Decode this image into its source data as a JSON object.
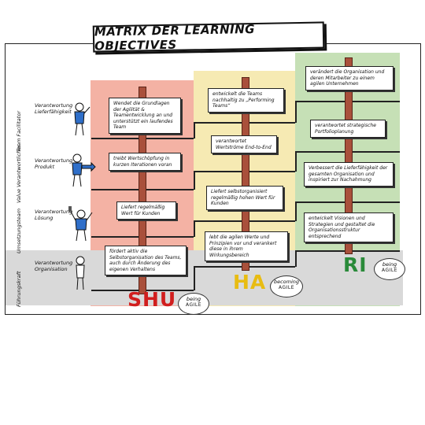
{
  "title": "MATRIX DER LEARNING OBJECTIVES",
  "side_labels": [
    "Team Facilitator",
    "Value Verantwortlicher",
    "Umsetzungsteam",
    "Führungskraft"
  ],
  "rows": [
    {
      "label": "Verantwortung Lieferfähigkeit"
    },
    {
      "label": "Verantwortung Produkt"
    },
    {
      "label": "Verantwortung Lösung"
    },
    {
      "label": "Verantwortung Organisation"
    }
  ],
  "stages": [
    {
      "name": "SHU",
      "color": "#d11e1e",
      "badge_top": "being",
      "badge_bottom": "AGILE",
      "signs": [
        "Wendet die Grundlagen der Agilität & Teamentwicklung an und unterstützt ein laufendes Team",
        "treibt Wertschöpfung in kurzen Iterationen voran",
        "Liefert regelmäßig Wert für Kunden",
        "fördert aktiv die Selbstorganisation des Teams, auch durch Änderung des eigenen Verhaltens"
      ]
    },
    {
      "name": "HA",
      "color": "#e8bc12",
      "badge_top": "becoming",
      "badge_bottom": "AGILE",
      "signs": [
        "entwickelt die Teams nachhaltig zu „Performing Teams“",
        "verantwortet Wertströme End-to-End",
        "Liefert selbstorganisiert regelmäßig hohen Wert für Kunden",
        "lebt die agilen Werte und Prinzipien vor und verankert diese in ihrem Wirkungsbereich"
      ]
    },
    {
      "name": "RI",
      "color": "#2a8a3a",
      "badge_top": "being",
      "badge_bottom": "AGILE",
      "signs": [
        "verändert die Organisation und deren Mitarbeiter zu einem agilen Unternehmen",
        "verantwortet strategische Portfolioplanung",
        "Verbessert die Lieferfähigkeit der gesamten Organisation und inspiriert zur Nachahmung",
        "entwickelt Visionen und Strategien und gestaltet die Organisationsstruktur entsprechend"
      ]
    }
  ]
}
